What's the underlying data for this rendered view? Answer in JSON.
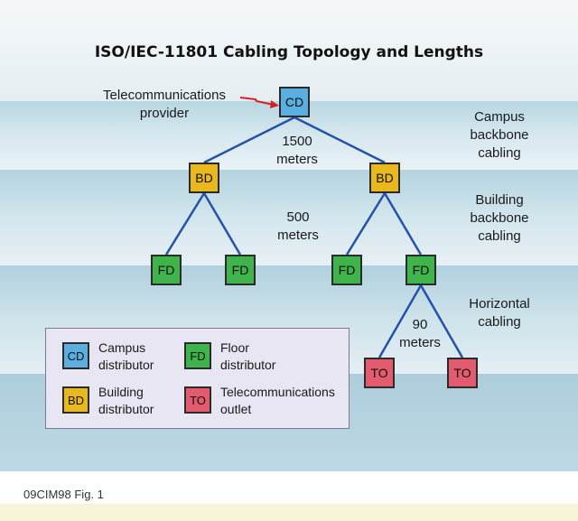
{
  "title": "ISO/IEC-11801 Cabling Topology and Lengths",
  "provider_label": [
    "Telecommunications",
    "provider"
  ],
  "nodes": {
    "cd": "CD",
    "bd": "BD",
    "fd": "FD",
    "to": "TO"
  },
  "lengths": {
    "campus": [
      "1500",
      "meters"
    ],
    "building": [
      "500",
      "meters"
    ],
    "horizontal": [
      "90",
      "meters"
    ]
  },
  "side_labels": {
    "campus": [
      "Campus",
      "backbone",
      "cabling"
    ],
    "building": [
      "Building",
      "backbone",
      "cabling"
    ],
    "horizontal": [
      "Horizontal",
      "cabling"
    ]
  },
  "legend": {
    "cd": [
      "Campus",
      "distributor"
    ],
    "fd": [
      "Floor",
      "distributor"
    ],
    "bd": [
      "Building",
      "distributor"
    ],
    "to": [
      "Telecommunications",
      "outlet"
    ]
  },
  "footer": "09CIM98 Fig. 1",
  "colors": {
    "cd": "#5aaee0",
    "bd": "#e8b81e",
    "fd": "#3fb44a",
    "to": "#e35b6e",
    "line": "#2452a8",
    "arrow": "#d62020"
  }
}
